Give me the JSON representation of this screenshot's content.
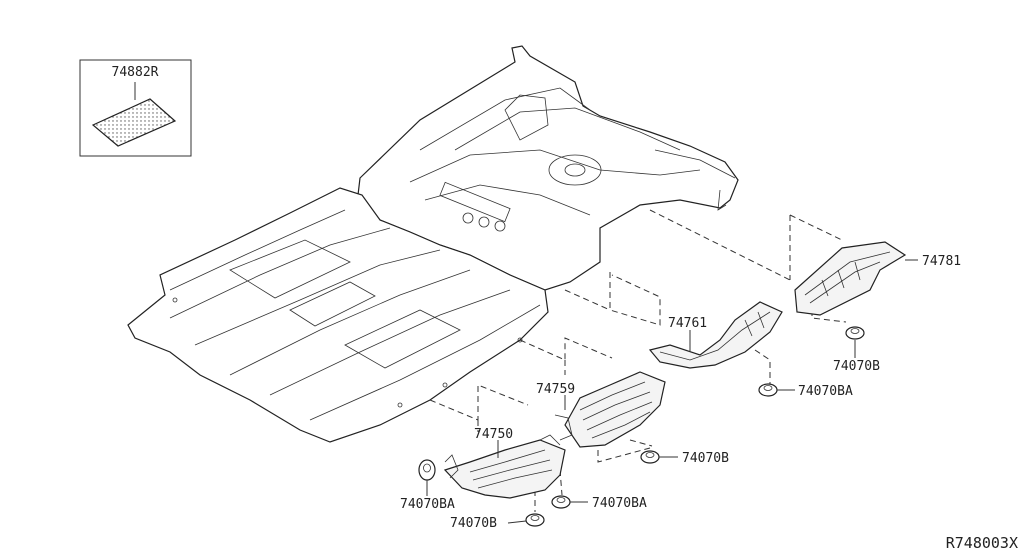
{
  "diagram": {
    "inset_part": "74882R",
    "parts": {
      "p74781": "74781",
      "p74761": "74761",
      "p74759": "74759",
      "p74750": "74750",
      "clip_b_right": "74070B",
      "clip_ba_mid": "74070BA",
      "clip_b_center": "74070B",
      "clip_ba_bottom": "74070BA",
      "clip_ba_left": "74070BA",
      "clip_b_bottom": "74070B"
    },
    "drawing_code": "R748003X"
  }
}
